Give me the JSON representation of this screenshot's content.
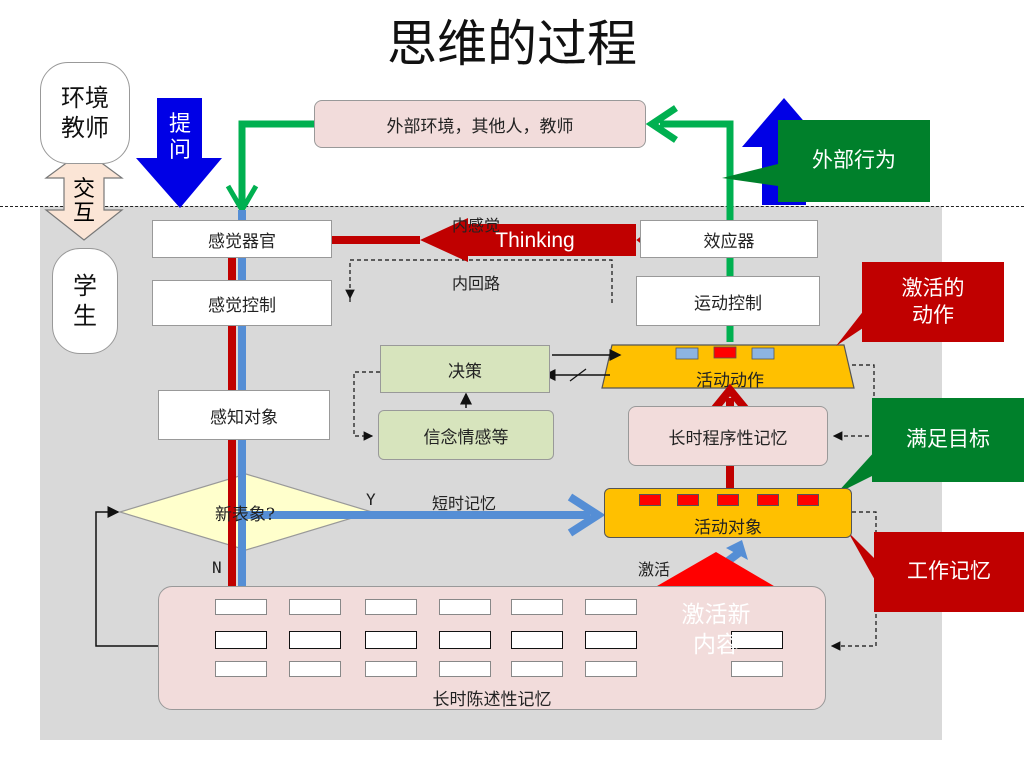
{
  "title": "思维的过程",
  "left_column": {
    "environment_teacher": "环境\n教师",
    "interaction": "交\n互",
    "student": "学\n生",
    "ask_question": "提\n问"
  },
  "boxes": {
    "external_environment": "外部环境，其他人，教师",
    "sensory_organs": "感觉器官",
    "sensory_control": "感觉控制",
    "perceived_object": "感知对象",
    "decision": "决策",
    "beliefs_emotions": "信念情感等",
    "effector": "效应器",
    "motor_control": "运动控制",
    "active_action": "活动动作",
    "long_term_procedural_memory": "长时程序性记忆",
    "active_object": "活动对象",
    "long_term_declarative_memory": "长时陈述性记忆",
    "new_image_question": "新表象?"
  },
  "labels": {
    "internal_sense": "内感觉",
    "internal_loop": "内回路",
    "short_term_memory": "短时记忆",
    "activate": "激活",
    "yes": "Y",
    "no": "N",
    "thinking": "Thinking"
  },
  "callouts": {
    "external_behavior": "外部行为",
    "activated_action": "激活的\n动作",
    "satisfy_goal": "满足目标",
    "working_memory": "工作记忆",
    "activate_new_content": "激活新\n内容"
  },
  "colors": {
    "green_callout": "#00802b",
    "red_callout": "#c00000",
    "orange_box": "#ffc000",
    "blue_arrow": "#558ed5",
    "red_arrow": "#c00000",
    "green_arrow": "#00b050",
    "panel_bg": "#d9d9d9"
  }
}
